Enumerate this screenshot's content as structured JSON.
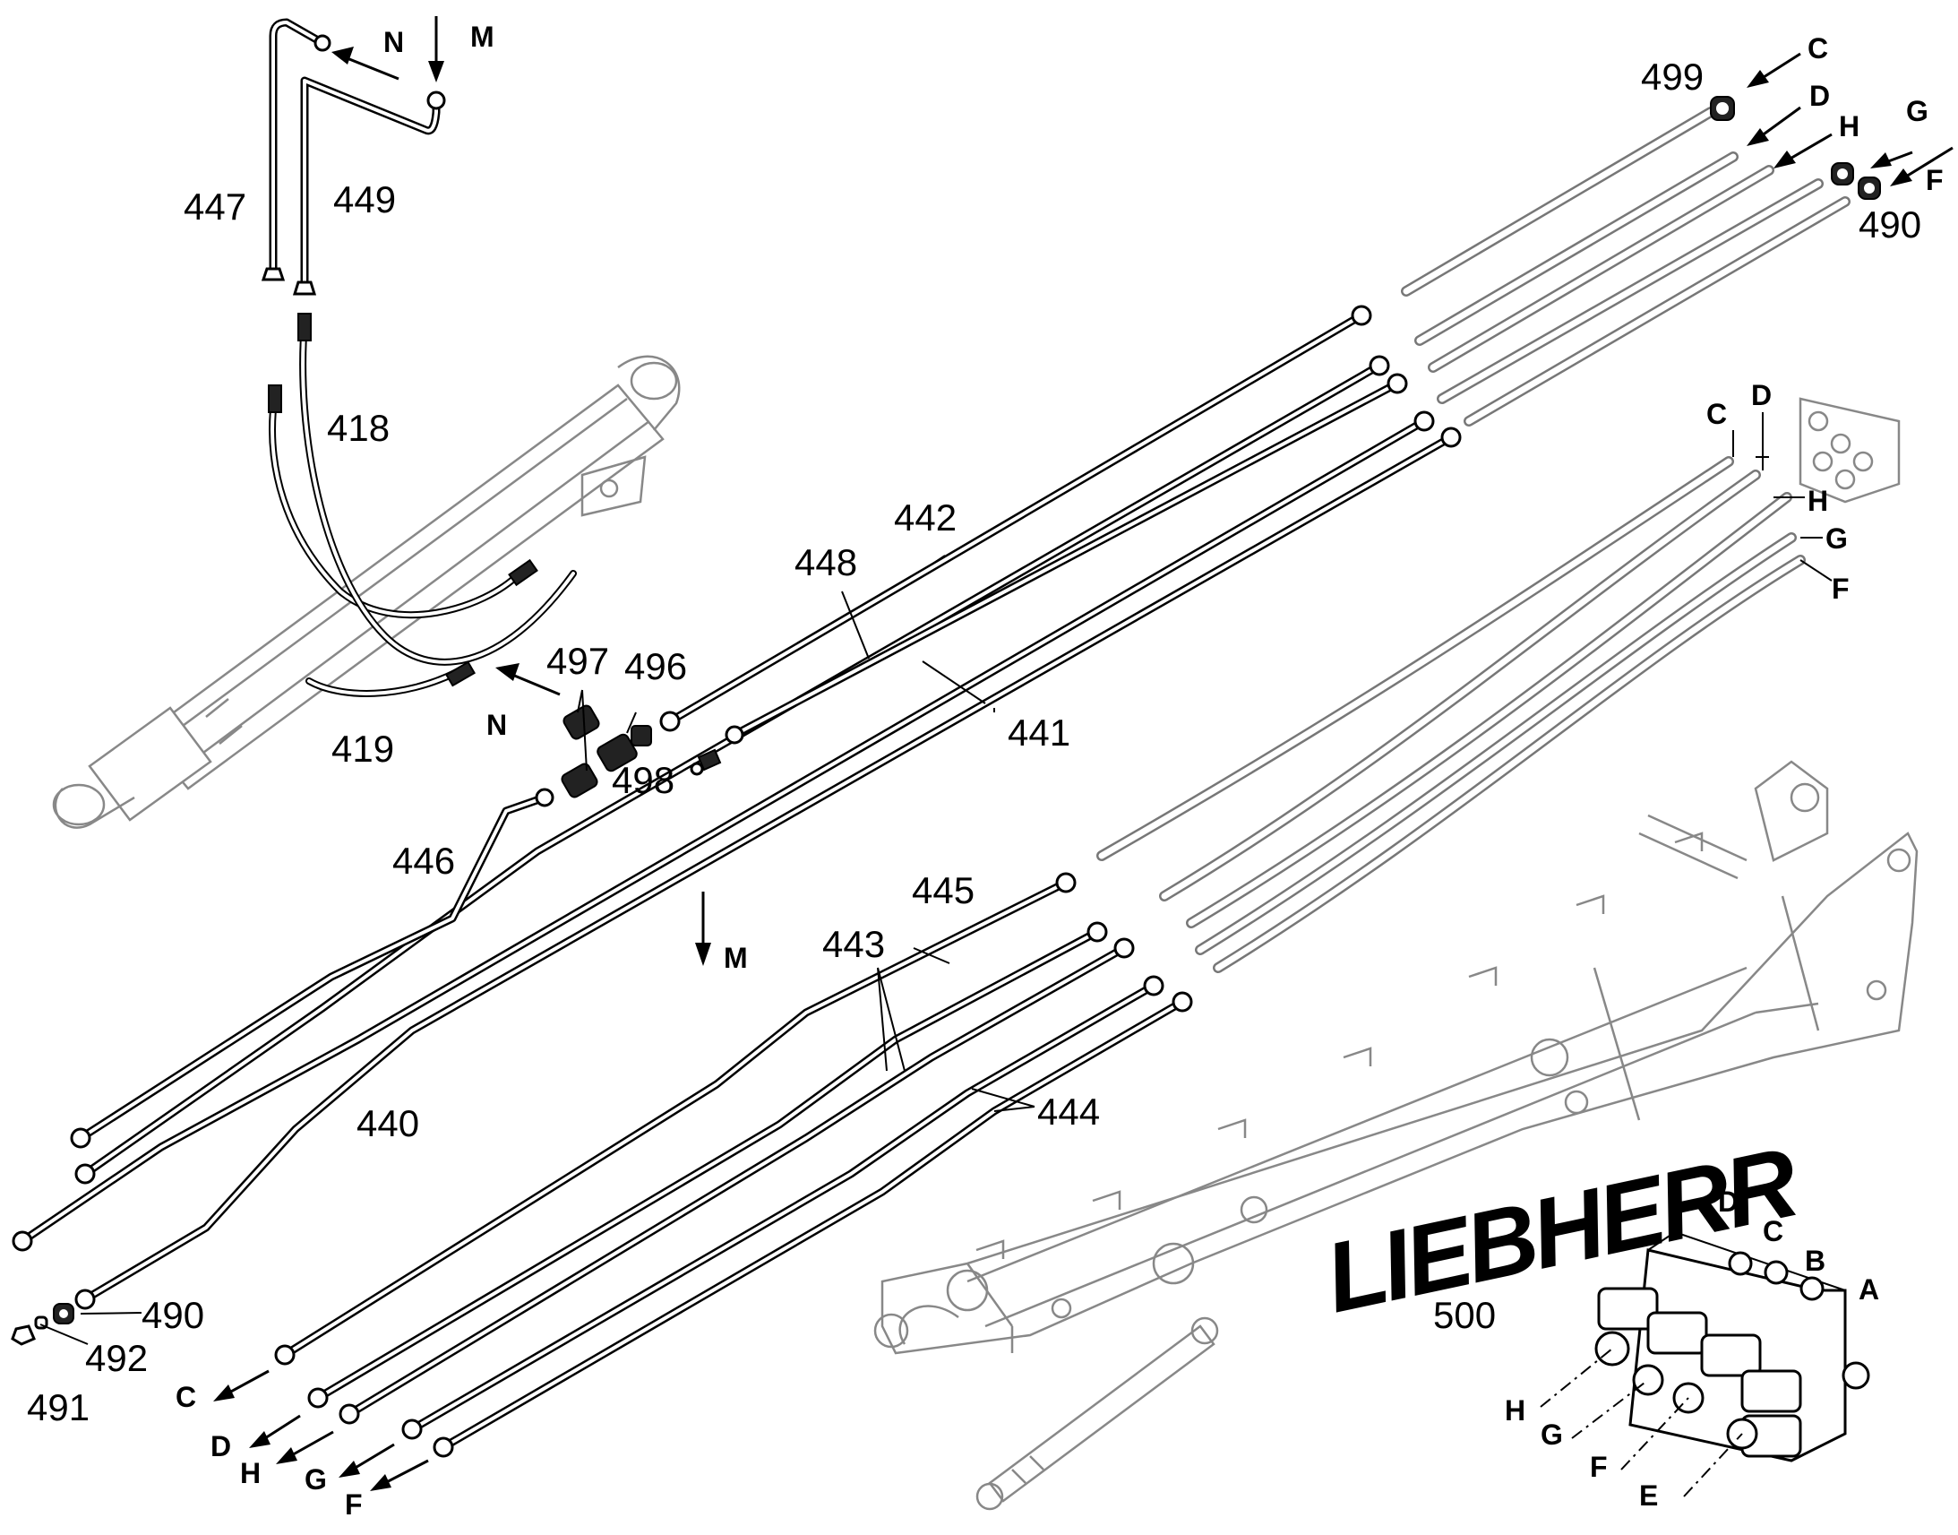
{
  "parts": {
    "p447": "447",
    "p449": "449",
    "p418": "418",
    "p419": "419",
    "p442": "442",
    "p448": "448",
    "p441": "441",
    "p446": "446",
    "p440": "440",
    "p445": "445",
    "p443": "443",
    "p444": "444",
    "p497": "497",
    "p496": "496",
    "p498": "498",
    "p499": "499",
    "p490_top": "490",
    "p490_bottom": "490",
    "p492": "492",
    "p491": "491",
    "p500": "500"
  },
  "ports": {
    "top_C": "C",
    "top_D": "D",
    "top_H": "H",
    "top_G": "G",
    "top_F": "F",
    "mid_C": "C",
    "mid_D": "D",
    "mid_H": "H",
    "mid_G": "G",
    "mid_F": "F",
    "bot_C": "C",
    "bot_D": "D",
    "bot_H": "H",
    "bot_G": "G",
    "bot_F": "F",
    "blk_D": "D",
    "blk_C": "C",
    "blk_B": "B",
    "blk_A": "A",
    "blk_H": "H",
    "blk_G": "G",
    "blk_F": "F",
    "blk_E": "E"
  },
  "views": {
    "N_top": "N",
    "M_top": "M",
    "N_mid": "N",
    "M_mid": "M"
  },
  "brand": "LIEBHERR",
  "colors": {
    "line": "#000000",
    "ghost": "#888888",
    "background": "#ffffff"
  }
}
